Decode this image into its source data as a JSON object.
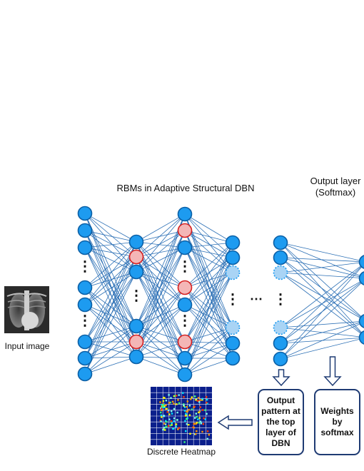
{
  "labels": {
    "rbm_title": "RBMs in Adaptive Structural DBN",
    "output_layer_title": "Output layer (Softmax)",
    "input_caption": "Input image",
    "heatmap_caption": "Discrete Heatmap",
    "output_box_text": "Output pattern at the top layer of DBN",
    "weights_box_text": "Weights by softmax"
  },
  "ellipsis_glyph": "⋮",
  "horizontal_ellipsis": "⋯",
  "colors": {
    "node_fill": "#1d9bf0",
    "node_stroke": "#0b5fa5",
    "node_highlight_fill": "#f4b6b6",
    "node_highlight_stroke": "#d62020",
    "node_dashed_fill": "#a9d4f5",
    "edge": "#2b6fb5",
    "arrow": "#1f3b73",
    "heatmap_bg": "#0b1f8c"
  }
}
